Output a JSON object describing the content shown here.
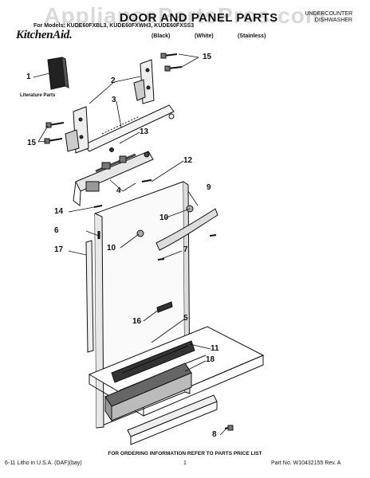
{
  "watermark": "AppliancePartsPros.com",
  "header": {
    "title": "DOOR AND PANEL PARTS",
    "appliance_line1": "UNDERCOUNTER",
    "appliance_line2": "DISHWASHER",
    "models_line": "For Models: KUDE60FXBL3, KUDE60FXWH3, KUDE60FXSS3",
    "brand": "KitchenAid.",
    "variants": [
      "(Black)",
      "(White)",
      "(Stainless)"
    ]
  },
  "callouts": [
    "1",
    "2",
    "3",
    "4",
    "5",
    "6",
    "7",
    "8",
    "9",
    "10",
    "10",
    "11",
    "12",
    "13",
    "14",
    "15",
    "15",
    "16",
    "17",
    "18"
  ],
  "literature_label": "Literature Parts",
  "footer": {
    "ordering_note": "FOR ORDERING INFORMATION REFER TO PARTS PRICE LIST",
    "litho": "6-11 Litho in U.S.A. (DAF)(bay)",
    "page": "1",
    "part_no": "Part No. W10432155 Rev. A"
  }
}
